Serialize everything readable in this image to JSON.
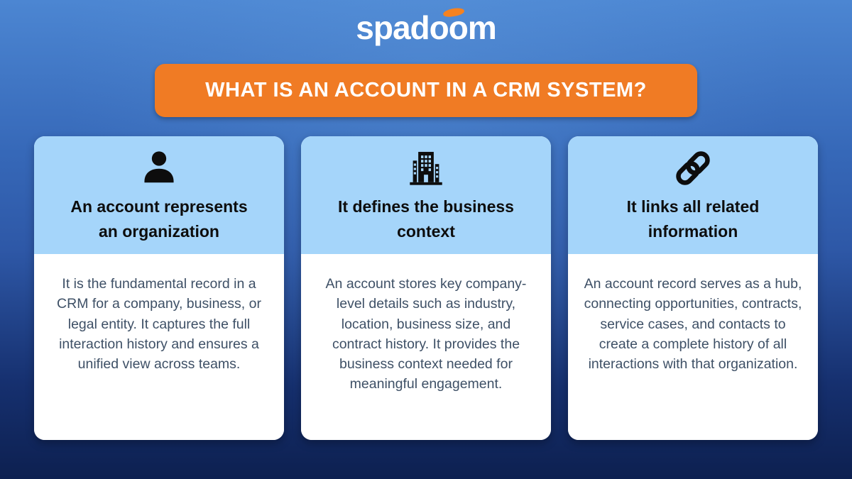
{
  "logo": {
    "text": "spadoom",
    "accent_icon": "orange-dash-above-oo",
    "accent_color": "#F58220"
  },
  "banner": {
    "title": "WHAT IS AN ACCOUNT IN A CRM SYSTEM?",
    "bg_color": "#F07B24",
    "text_color": "#FFFFFF"
  },
  "cards": [
    {
      "icon": "person-icon",
      "heading": "An account represents an organization",
      "body": "It is the fundamental record in a CRM for a company, business, or legal entity. It captures the full interaction history and ensures a unified view across teams."
    },
    {
      "icon": "building-icon",
      "heading": "It defines the business context",
      "body": "An account stores key company-level details such as industry, location, business size, and contract history. It provides the business context needed for meaningful engagement."
    },
    {
      "icon": "link-icon",
      "heading": "It links all related information",
      "body": "An account record serves as a hub, connecting opportunities, contracts, service cases, and contacts to create a complete history of all interactions with that organization."
    }
  ],
  "colors": {
    "background_top": "#4C86D2",
    "background_mid": "#2E58A7",
    "background_bottom": "#0D2050",
    "banner_orange": "#F07B24",
    "logo_accent_orange": "#F58220",
    "card_header_blue": "#A5D5FA",
    "card_body_white": "#FFFFFF",
    "heading_black": "#0D0D0D",
    "body_text_slate": "#3E5066"
  }
}
